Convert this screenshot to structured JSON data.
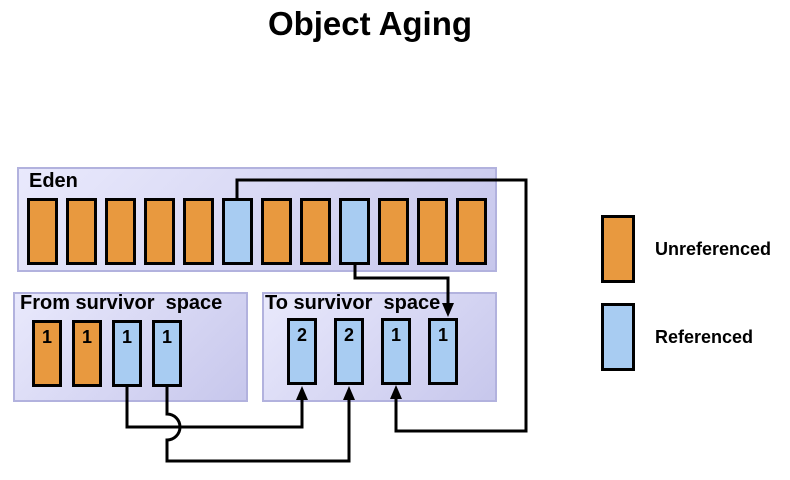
{
  "title": "Object Aging",
  "colors": {
    "unreferenced": "#E8993F",
    "referenced": "#A8CCF2",
    "panel_border": "#B2B2DE",
    "panel_fill_light": "#E9E9FC",
    "panel_fill_dark": "#C7C7EC",
    "line": "#000000"
  },
  "eden": {
    "label": "Eden",
    "blocks": [
      {
        "type": "unreferenced",
        "age": ""
      },
      {
        "type": "unreferenced",
        "age": ""
      },
      {
        "type": "unreferenced",
        "age": ""
      },
      {
        "type": "unreferenced",
        "age": ""
      },
      {
        "type": "unreferenced",
        "age": ""
      },
      {
        "type": "referenced",
        "age": ""
      },
      {
        "type": "unreferenced",
        "age": ""
      },
      {
        "type": "unreferenced",
        "age": ""
      },
      {
        "type": "referenced",
        "age": ""
      },
      {
        "type": "unreferenced",
        "age": ""
      },
      {
        "type": "unreferenced",
        "age": ""
      },
      {
        "type": "unreferenced",
        "age": ""
      }
    ]
  },
  "from_survivor": {
    "label": "From survivor  space",
    "blocks": [
      {
        "type": "unreferenced",
        "age": "1"
      },
      {
        "type": "unreferenced",
        "age": "1"
      },
      {
        "type": "referenced",
        "age": "1"
      },
      {
        "type": "referenced",
        "age": "1"
      }
    ]
  },
  "to_survivor": {
    "label": "To survivor  space",
    "blocks": [
      {
        "type": "referenced",
        "age": "2"
      },
      {
        "type": "referenced",
        "age": "2"
      },
      {
        "type": "referenced",
        "age": "1"
      },
      {
        "type": "referenced",
        "age": "1"
      }
    ]
  },
  "legend": {
    "items": [
      {
        "type": "unreferenced",
        "label": "Unreferenced"
      },
      {
        "type": "referenced",
        "label": "Referenced"
      }
    ]
  }
}
